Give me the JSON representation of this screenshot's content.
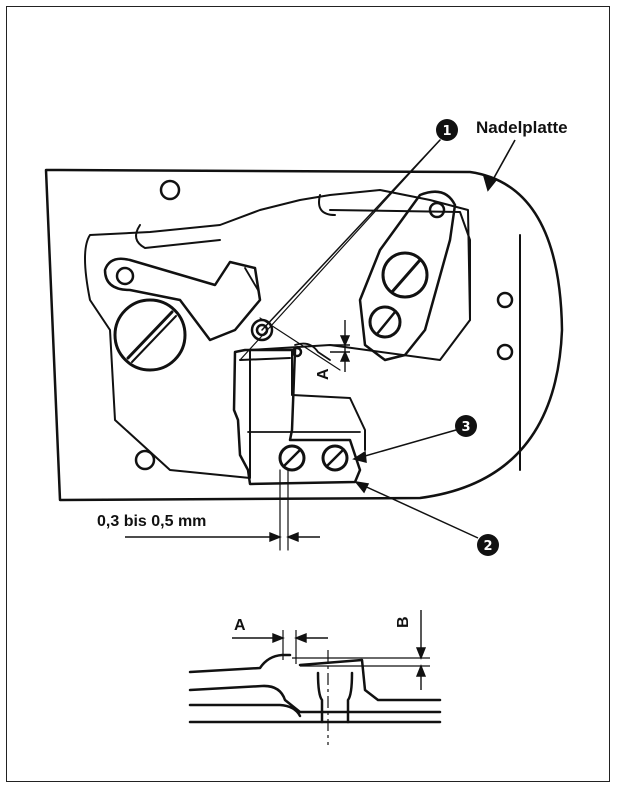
{
  "labels": {
    "needle_plate": "Nadelplatte",
    "clearance": "0,3 bis 0,5 mm",
    "dim_a_top": "A",
    "dim_a_bottom": "A",
    "dim_b": "B"
  },
  "callouts": {
    "c1": "1",
    "c2": "2",
    "c3": "3"
  },
  "colors": {
    "ink": "#111111",
    "paper": "#ffffff"
  }
}
